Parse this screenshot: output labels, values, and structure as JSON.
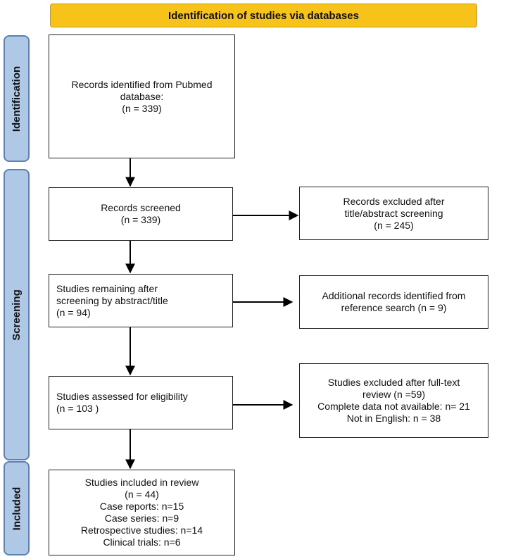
{
  "header": "Identification of studies via databases",
  "stages": {
    "identification": "Identification",
    "screening": "Screening",
    "included": "Included"
  },
  "boxes": {
    "identified": [
      "Records identified from Pubmed",
      "database:",
      "(n = 339)"
    ],
    "screened": [
      "Records screened",
      "(n = 339)"
    ],
    "excluded_title": [
      "Records excluded after",
      "title/abstract screening",
      "(n = 245)"
    ],
    "remaining": [
      "Studies remaining after",
      "screening by abstract/title",
      "(n = 94)"
    ],
    "additional": [
      "Additional records identified from",
      "reference search (n = 9)"
    ],
    "eligibility": [
      "Studies assessed for eligibility",
      "(n = 103 )"
    ],
    "excluded_fulltext": [
      "Studies excluded after full-text",
      "review (n =59)",
      "Complete data not available: n= 21",
      "Not in English: n = 38"
    ],
    "included": [
      "Studies included in review",
      "(n = 44)",
      "Case reports: n=15",
      "Case series: n=9",
      "Retrospective studies: n=14",
      "Clinical trials: n=6"
    ]
  }
}
